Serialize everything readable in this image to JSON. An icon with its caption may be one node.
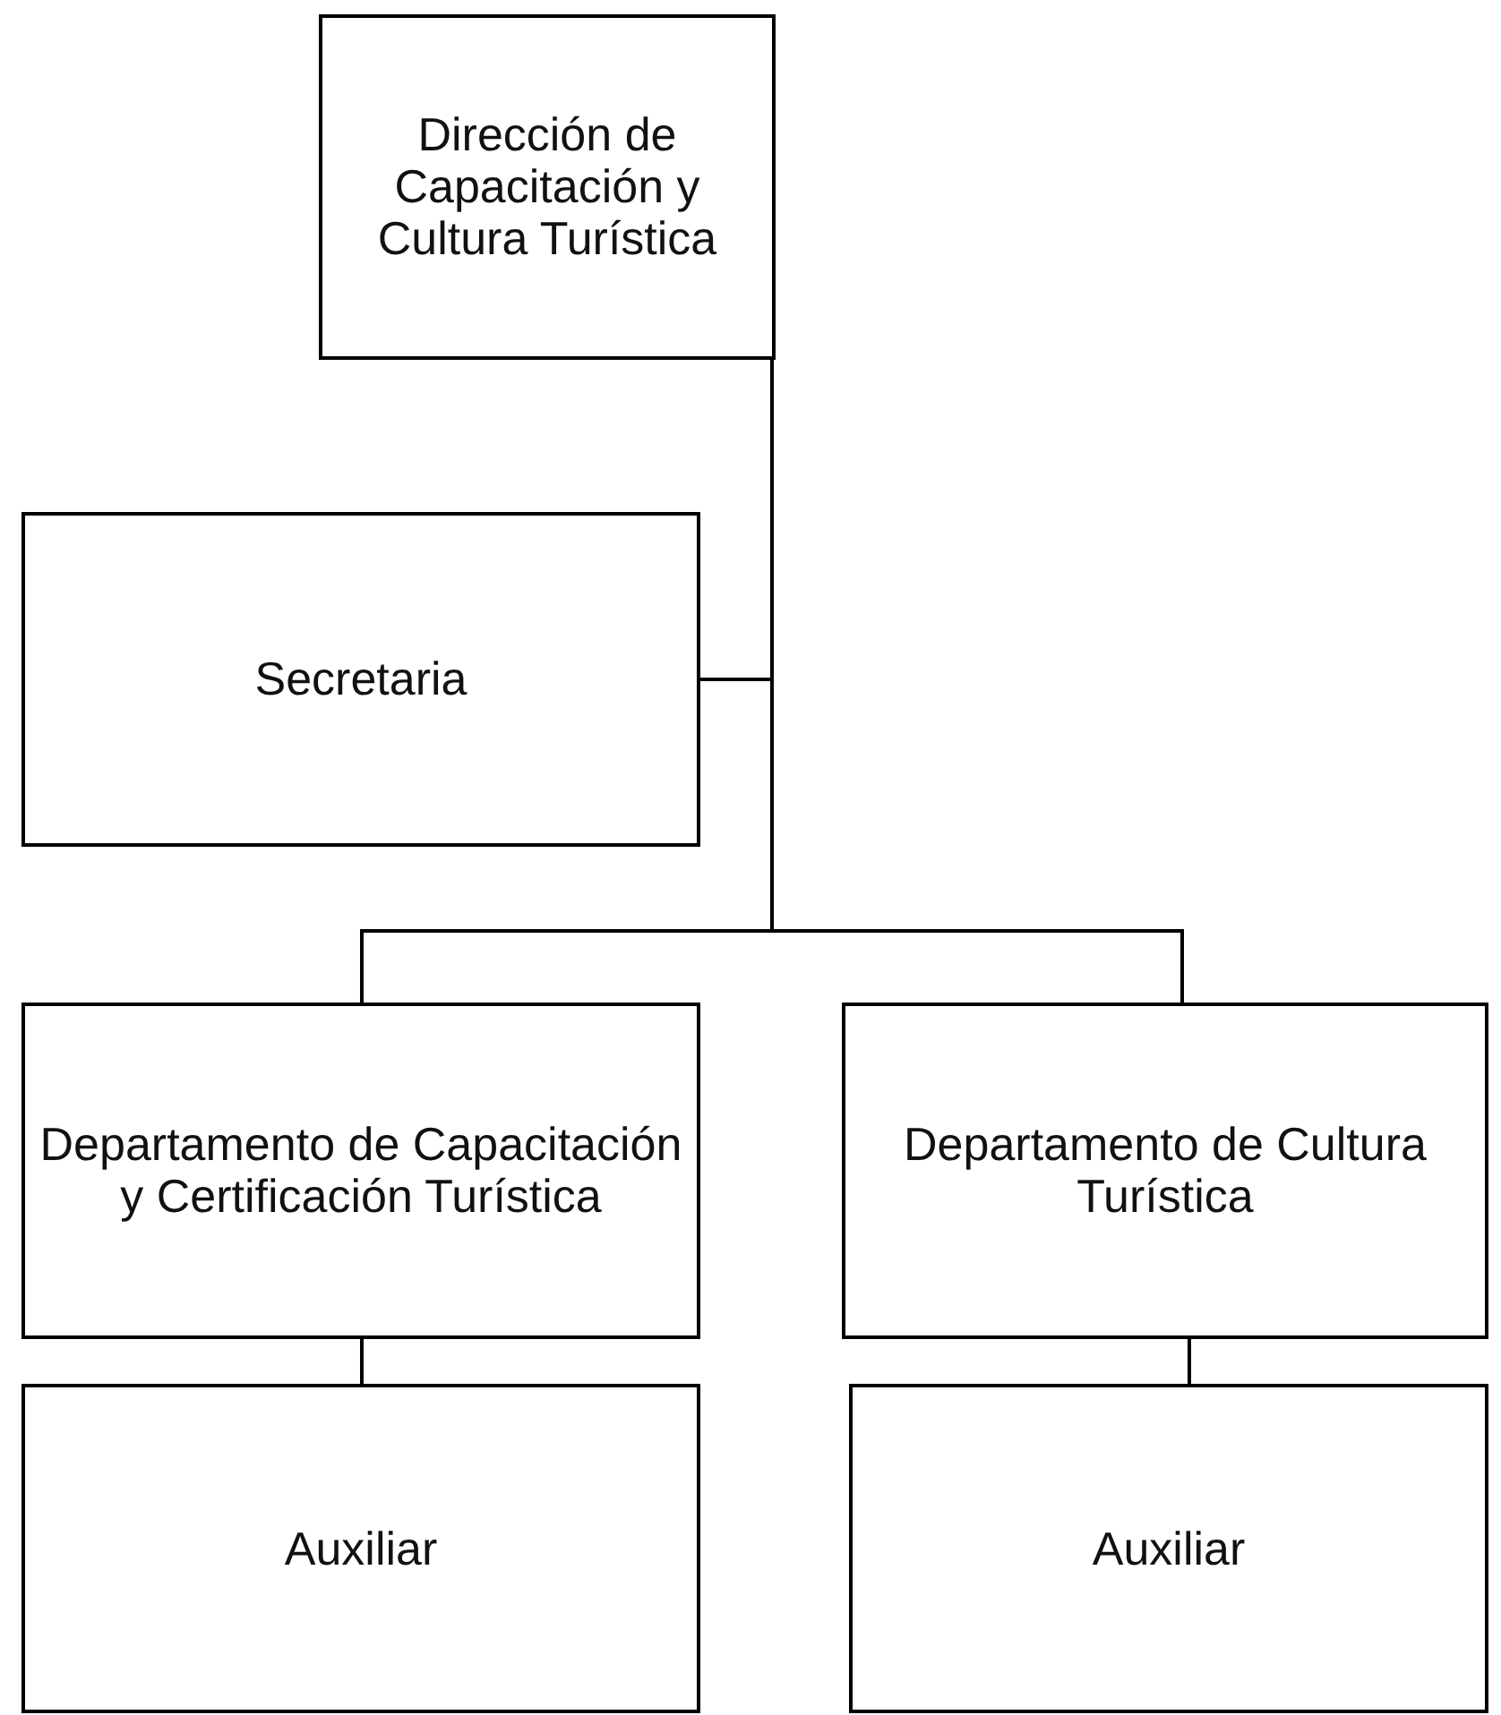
{
  "diagram": {
    "nodes": [
      {
        "text": [
          "Dirección de Capacitación y Cultura Turística"
        ]
      },
      {
        "text": [
          "Secretaria"
        ]
      },
      {
        "text": [
          "Departamento de Capacitación y Certificación Turística"
        ]
      },
      {
        "text": [
          "Departamento de Cultura Turística"
        ]
      },
      {
        "text": [
          "Auxiliar"
        ]
      },
      {
        "text": [
          "Auxiliar"
        ]
      }
    ],
    "edges": [
      {
        "from": 0,
        "to": 1,
        "arrow": "none"
      },
      {
        "from": 0,
        "to": 2,
        "arrow": "none"
      },
      {
        "from": 0,
        "to": 3,
        "arrow": "none"
      },
      {
        "from": 2,
        "to": 4,
        "arrow": "none"
      },
      {
        "from": 3,
        "to": 5,
        "arrow": "none"
      }
    ]
  }
}
